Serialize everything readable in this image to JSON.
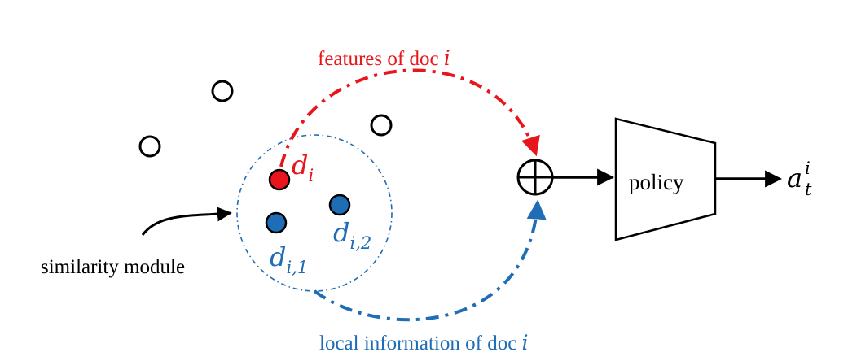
{
  "labels": {
    "features": "features of doc",
    "features_var": "i",
    "local_info": "local information of doc",
    "local_info_var": "i",
    "similarity_module": "similarity module",
    "policy": "policy"
  },
  "math": {
    "d_i": {
      "base": "d",
      "sub": "i"
    },
    "d_i1": {
      "base": "d",
      "sub": "i,1"
    },
    "d_i2": {
      "base": "d",
      "sub": "i,2"
    },
    "a_t_i": {
      "base": "a",
      "sub": "t",
      "sup": "i"
    }
  },
  "colors": {
    "red": "#e8161c",
    "blue": "#1f6db5",
    "black": "#000000"
  },
  "icons": {
    "combine": "circled-plus-icon"
  }
}
